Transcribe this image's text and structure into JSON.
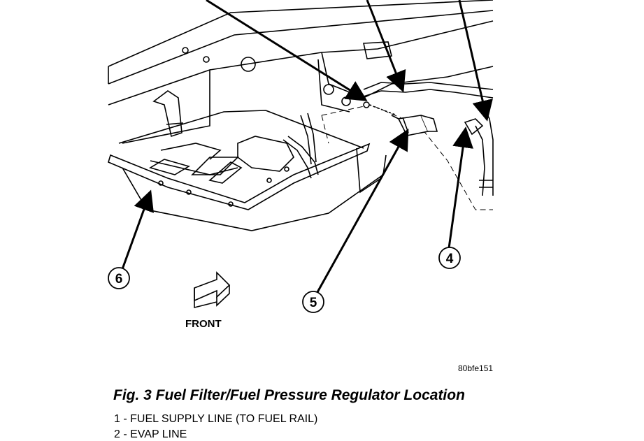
{
  "diagram": {
    "callouts": [
      {
        "number": "4"
      },
      {
        "number": "5"
      },
      {
        "number": "6"
      }
    ],
    "front_label": "FRONT",
    "figure_code": "80bfe151"
  },
  "caption": "Fig. 3 Fuel Filter/Fuel Pressure Regulator Location",
  "legend": [
    "1 - FUEL SUPPLY LINE (TO FUEL RAIL)",
    "2 - EVAP LINE"
  ]
}
